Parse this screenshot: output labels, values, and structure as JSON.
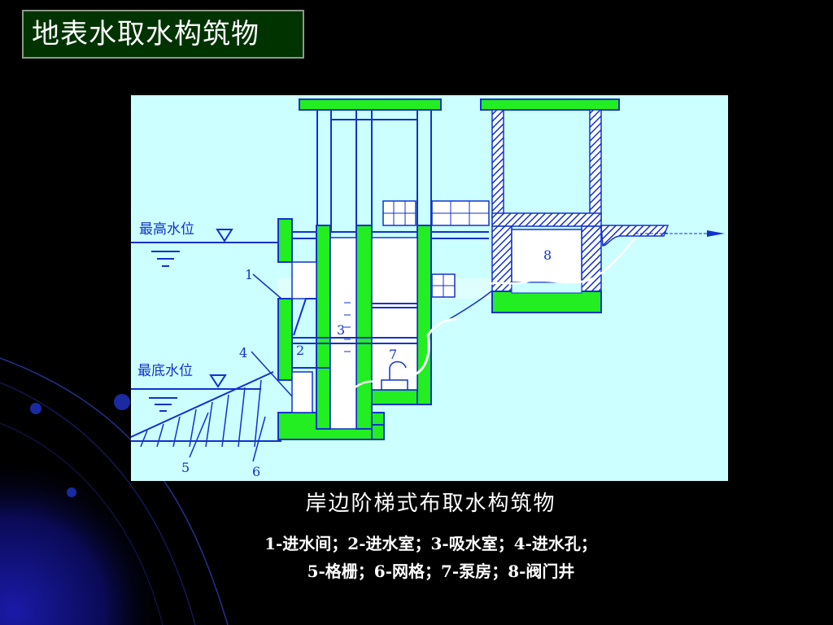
{
  "slide": {
    "title": "地表水取水构筑物",
    "colors": {
      "structure": "#22ee22",
      "outline": "#1133cc",
      "water": "#ccffff",
      "background": "#000000"
    }
  },
  "diagram": {
    "labels": {
      "high_water": "最高水位",
      "low_water": "最底水位",
      "n1": "1",
      "n2": "2",
      "n3": "3",
      "n4": "4",
      "n5": "5",
      "n6": "6",
      "n7": "7",
      "n8": "8"
    }
  },
  "caption": {
    "main": "岸边阶梯式布取水构筑物",
    "legend_line1": "1-进水间；2-进水室；3-吸水室；4-进水孔；",
    "legend_line2": "5-格栅；6-网格；7-泵房；8-阀门井"
  }
}
